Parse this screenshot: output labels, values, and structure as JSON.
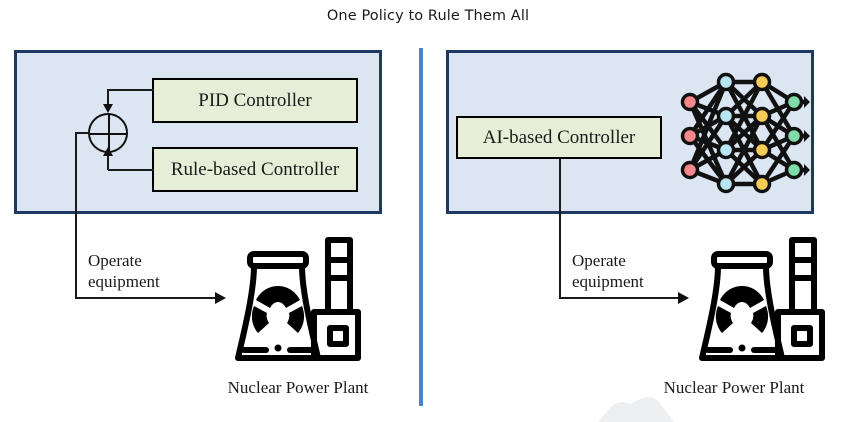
{
  "figure": {
    "title": "One Policy to Rule Them All",
    "background_color": "#ffffff",
    "divider_color": "#4f81c7"
  },
  "panels": [
    {
      "id": "left",
      "fill_color": "#dce6f2",
      "border_color": "#1f3864",
      "boxes": [
        {
          "label": "PID Controller",
          "fill_color": "#e7eed7"
        },
        {
          "label": "Rule-based Controller",
          "fill_color": "#e7eed7"
        }
      ],
      "summation_symbol": "plus-circle",
      "arrow_label_line1": "Operate",
      "arrow_label_line2": "equipment",
      "caption": "Nuclear Power Plant"
    },
    {
      "id": "right",
      "fill_color": "#dce6f2",
      "border_color": "#1f3864",
      "boxes": [
        {
          "label": "AI-based Controller",
          "fill_color": "#e7eed7"
        }
      ],
      "neural_network": {
        "input_node_color": "#f4888a",
        "hidden_node_color_a": "#b9e4f2",
        "hidden_node_color_b": "#f7cb57",
        "output_node_color": "#7fd9a8",
        "edge_color": "#111111",
        "input_count": 3,
        "hidden_a_count": 4,
        "hidden_b_count": 4,
        "output_count": 3
      },
      "arrow_label_line1": "Operate",
      "arrow_label_line2": "equipment",
      "caption": "Nuclear Power Plant"
    }
  ],
  "icons": {
    "power_plant": "nuclear-power-plant-icon",
    "radiation": "radiation-trefoil-icon",
    "neural_net": "neural-network-icon"
  }
}
